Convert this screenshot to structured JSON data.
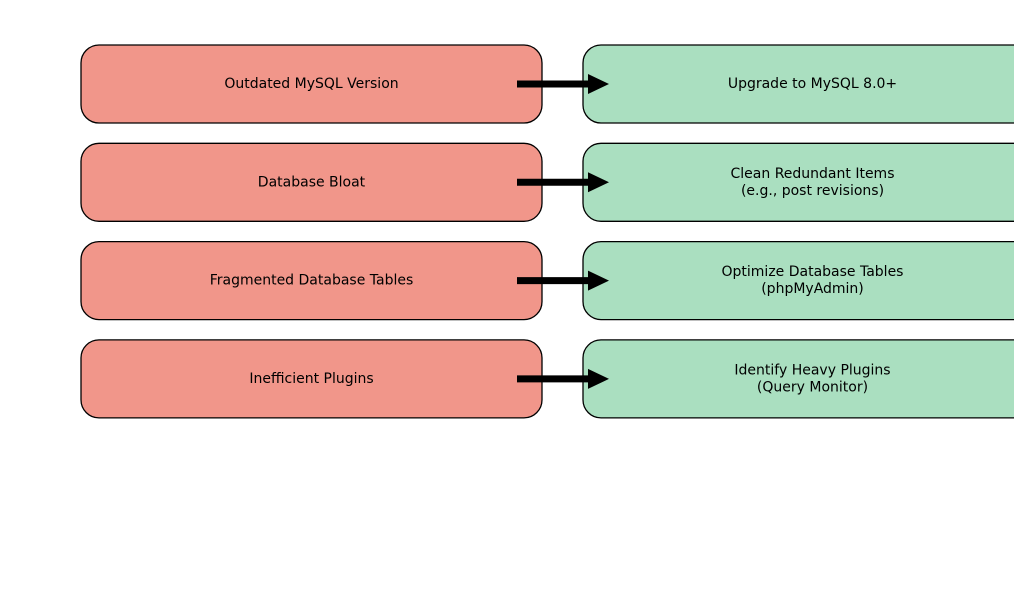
{
  "colors": {
    "problem_fill": "#f1968a",
    "solution_fill": "#aadfc0",
    "border": "#000000",
    "arrow": "#000000",
    "background": "#ffffff"
  },
  "rows": [
    {
      "problem": {
        "lines": [
          "Outdated MySQL Version"
        ]
      },
      "solution": {
        "lines": [
          "Upgrade to MySQL 8.0+"
        ]
      }
    },
    {
      "problem": {
        "lines": [
          "Database Bloat"
        ]
      },
      "solution": {
        "lines": [
          "Clean Redundant Items",
          "(e.g., post revisions)"
        ]
      }
    },
    {
      "problem": {
        "lines": [
          "Fragmented Database Tables"
        ]
      },
      "solution": {
        "lines": [
          "Optimize Database Tables",
          "(phpMyAdmin)"
        ]
      }
    },
    {
      "problem": {
        "lines": [
          "Inefficient Plugins"
        ]
      },
      "solution": {
        "lines": [
          "Identify Heavy Plugins",
          "(Query Monitor)"
        ]
      }
    }
  ]
}
